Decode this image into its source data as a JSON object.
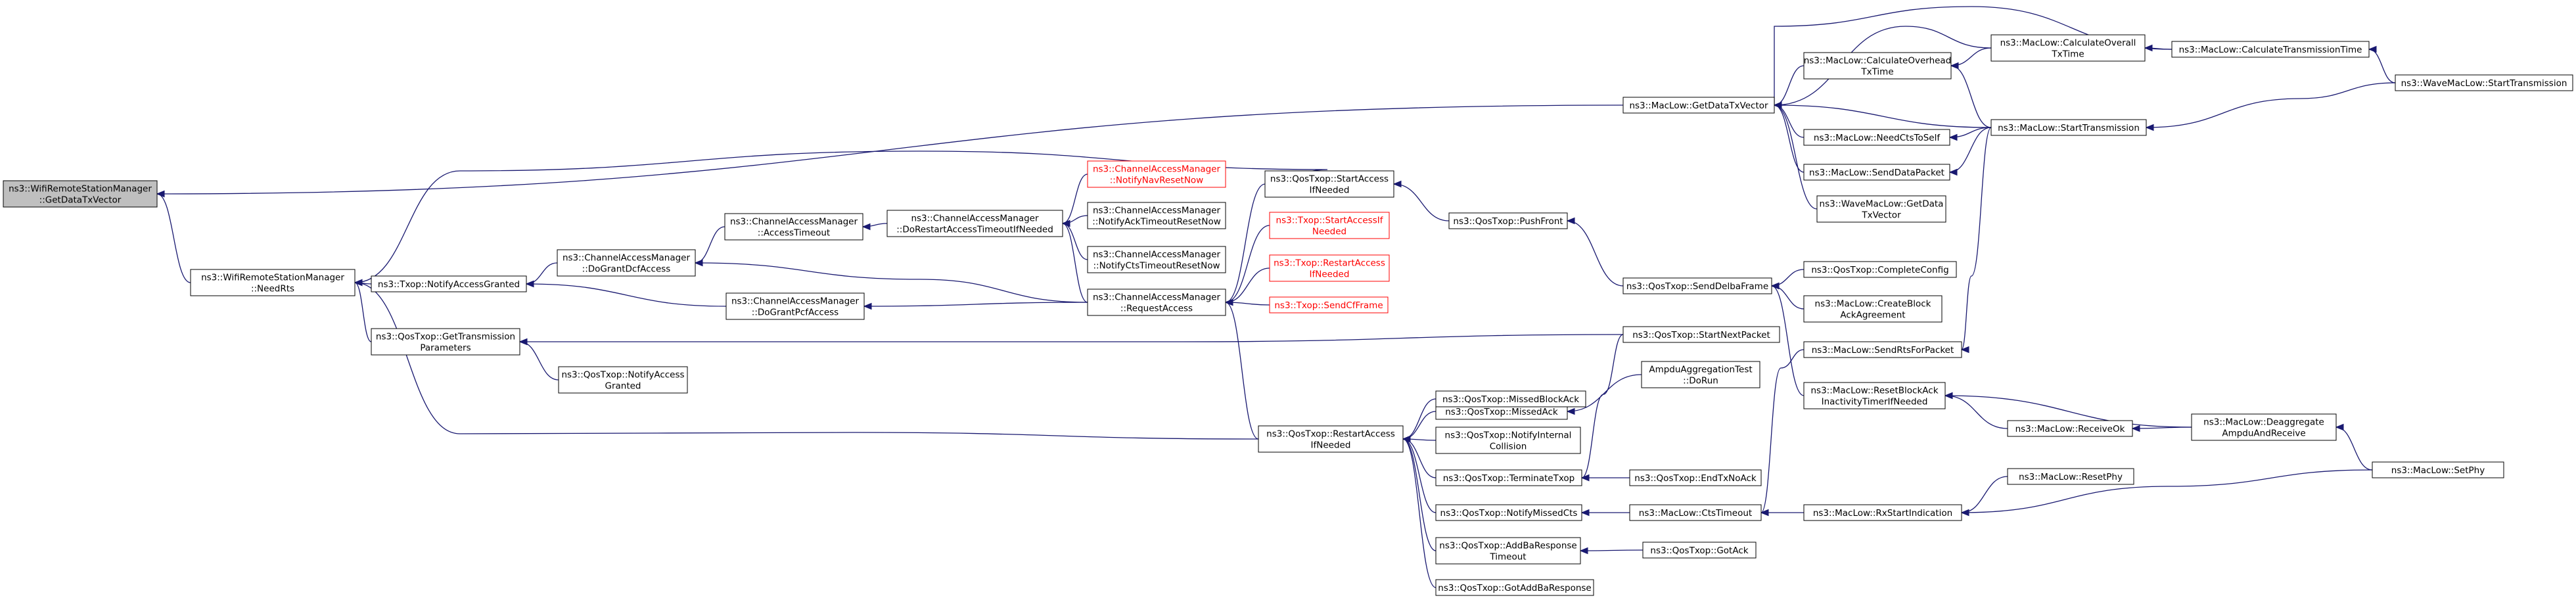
{
  "graph": {
    "colors": {
      "edge": "#191970",
      "focus_fill": "#bfbfbf",
      "node_border": "#000000",
      "broken_link": "#ff0000"
    },
    "nodes": [
      {
        "id": "getDataTxVector",
        "lines": [
          "ns3::WifiRemoteStationManager",
          "::GetDataTxVector"
        ],
        "style": "focus"
      },
      {
        "id": "needRts",
        "lines": [
          "ns3::WifiRemoteStationManager",
          "::NeedRts"
        ]
      },
      {
        "id": "notifyAccessGranted",
        "lines": [
          "ns3::Txop::NotifyAccessGranted"
        ]
      },
      {
        "id": "getTransmissionParameters",
        "lines": [
          "ns3::QosTxop::GetTransmission",
          "Parameters"
        ]
      },
      {
        "id": "qosNotifyAccessGranted",
        "lines": [
          "ns3::QosTxop::NotifyAccess",
          "Granted"
        ]
      },
      {
        "id": "doGrantDcfAccess",
        "lines": [
          "ns3::ChannelAccessManager",
          "::DoGrantDcfAccess"
        ]
      },
      {
        "id": "doGrantPcfAccess",
        "lines": [
          "ns3::ChannelAccessManager",
          "::DoGrantPcfAccess"
        ]
      },
      {
        "id": "accessTimeout",
        "lines": [
          "ns3::ChannelAccessManager",
          "::AccessTimeout"
        ]
      },
      {
        "id": "doRestartAccessTimeout",
        "lines": [
          "ns3::ChannelAccessManager",
          "::DoRestartAccessTimeoutIfNeeded"
        ]
      },
      {
        "id": "notifyNavResetNow",
        "lines": [
          "ns3::ChannelAccessManager",
          "::NotifyNavResetNow"
        ],
        "style": "red"
      },
      {
        "id": "notifyAckTimeoutResetNow",
        "lines": [
          "ns3::ChannelAccessManager",
          "::NotifyAckTimeoutResetNow"
        ]
      },
      {
        "id": "notifyCtsTimeoutResetNow",
        "lines": [
          "ns3::ChannelAccessManager",
          "::NotifyCtsTimeoutResetNow"
        ]
      },
      {
        "id": "requestAccess",
        "lines": [
          "ns3::ChannelAccessManager",
          "::RequestAccess"
        ]
      },
      {
        "id": "qosStartAccessIfNeeded",
        "lines": [
          "ns3::QosTxop::StartAccess",
          "IfNeeded"
        ]
      },
      {
        "id": "txopStartAccessIfNeeded",
        "lines": [
          "ns3::Txop::StartAccessIf",
          "Needed"
        ],
        "style": "red"
      },
      {
        "id": "txopRestartAccessIfNeeded",
        "lines": [
          "ns3::Txop::RestartAccess",
          "IfNeeded"
        ],
        "style": "red"
      },
      {
        "id": "sendCfFrame",
        "lines": [
          "ns3::Txop::SendCfFrame"
        ],
        "style": "red"
      },
      {
        "id": "pushFront",
        "lines": [
          "ns3::QosTxop::PushFront"
        ]
      },
      {
        "id": "qosRestartAccessIfNeeded",
        "lines": [
          "ns3::QosTxop::RestartAccess",
          "IfNeeded"
        ]
      },
      {
        "id": "missedAck",
        "lines": [
          "ns3::QosTxop::MissedAck"
        ]
      },
      {
        "id": "missedBlockAck",
        "lines": [
          "ns3::QosTxop::MissedBlockAck"
        ]
      },
      {
        "id": "notifyInternalCollision",
        "lines": [
          "ns3::QosTxop::NotifyInternal",
          "Collision"
        ]
      },
      {
        "id": "terminateTxop",
        "lines": [
          "ns3::QosTxop::TerminateTxop"
        ]
      },
      {
        "id": "notifyMissedCts",
        "lines": [
          "ns3::QosTxop::NotifyMissedCts"
        ]
      },
      {
        "id": "addBaResponseTimeout",
        "lines": [
          "ns3::QosTxop::AddBaResponse",
          "Timeout"
        ]
      },
      {
        "id": "gotAddBaResponse",
        "lines": [
          "ns3::QosTxop::GotAddBaResponse"
        ]
      },
      {
        "id": "ampduDoRun",
        "lines": [
          "AmpduAggregationTest",
          "::DoRun"
        ]
      },
      {
        "id": "endTxNoAck",
        "lines": [
          "ns3::QosTxop::EndTxNoAck"
        ]
      },
      {
        "id": "ctsTimeout",
        "lines": [
          "ns3::MacLow::CtsTimeout"
        ]
      },
      {
        "id": "gotAck",
        "lines": [
          "ns3::QosTxop::GotAck"
        ]
      },
      {
        "id": "startNextPacket",
        "lines": [
          "ns3::QosTxop::StartNextPacket"
        ]
      },
      {
        "id": "sendDelbaFrame",
        "lines": [
          "ns3::QosTxop::SendDelbaFrame"
        ]
      },
      {
        "id": "completeConfig",
        "lines": [
          "ns3::QosTxop::CompleteConfig"
        ]
      },
      {
        "id": "createBlockAckAgreement",
        "lines": [
          "ns3::MacLow::CreateBlock",
          "AckAgreement"
        ]
      },
      {
        "id": "resetBlockAckInactivityTimer",
        "lines": [
          "ns3::MacLow::ResetBlockAck",
          "InactivityTimerIfNeeded"
        ]
      },
      {
        "id": "sendRtsForPacket",
        "lines": [
          "ns3::MacLow::SendRtsForPacket"
        ]
      },
      {
        "id": "receiveOk",
        "lines": [
          "ns3::MacLow::ReceiveOk"
        ]
      },
      {
        "id": "deaggregateAmpduAndReceive",
        "lines": [
          "ns3::MacLow::Deaggregate",
          "AmpduAndReceive"
        ]
      },
      {
        "id": "rxStartIndication",
        "lines": [
          "ns3::MacLow::RxStartIndication"
        ]
      },
      {
        "id": "resetPhy",
        "lines": [
          "ns3::MacLow::ResetPhy"
        ]
      },
      {
        "id": "setPhy",
        "lines": [
          "ns3::MacLow::SetPhy"
        ]
      },
      {
        "id": "macLowGetDataTxVector",
        "lines": [
          "ns3::MacLow::GetDataTxVector"
        ]
      },
      {
        "id": "calculateOverheadTxTime",
        "lines": [
          "ns3::MacLow::CalculateOverhead",
          "TxTime"
        ]
      },
      {
        "id": "needCtsToSelf",
        "lines": [
          "ns3::MacLow::NeedCtsToSelf"
        ]
      },
      {
        "id": "sendDataPacket",
        "lines": [
          "ns3::MacLow::SendDataPacket"
        ]
      },
      {
        "id": "waveGetDataTxVector",
        "lines": [
          "ns3::WaveMacLow::GetData",
          "TxVector"
        ]
      },
      {
        "id": "calculateOverallTxTime",
        "lines": [
          "ns3::MacLow::CalculateOverall",
          "TxTime"
        ]
      },
      {
        "id": "startTransmission",
        "lines": [
          "ns3::MacLow::StartTransmission"
        ]
      },
      {
        "id": "calculateTransmissionTime",
        "lines": [
          "ns3::MacLow::CalculateTransmissionTime"
        ]
      },
      {
        "id": "waveStartTransmission",
        "lines": [
          "ns3::WaveMacLow::StartTransmission"
        ]
      }
    ],
    "edges": [
      [
        "needRts",
        "getDataTxVector"
      ],
      [
        "macLowGetDataTxVector",
        "getDataTxVector"
      ],
      [
        "notifyAccessGranted",
        "needRts"
      ],
      [
        "getTransmissionParameters",
        "needRts"
      ],
      [
        "qosStartAccessIfNeeded",
        "needRts"
      ],
      [
        "qosRestartAccessIfNeeded",
        "needRts"
      ],
      [
        "doGrantDcfAccess",
        "notifyAccessGranted"
      ],
      [
        "doGrantPcfAccess",
        "notifyAccessGranted"
      ],
      [
        "qosNotifyAccessGranted",
        "getTransmissionParameters"
      ],
      [
        "startNextPacket",
        "getTransmissionParameters"
      ],
      [
        "accessTimeout",
        "doGrantDcfAccess"
      ],
      [
        "requestAccess",
        "doGrantDcfAccess"
      ],
      [
        "requestAccess",
        "doGrantPcfAccess"
      ],
      [
        "doRestartAccessTimeout",
        "accessTimeout"
      ],
      [
        "notifyNavResetNow",
        "doRestartAccessTimeout"
      ],
      [
        "notifyAckTimeoutResetNow",
        "doRestartAccessTimeout"
      ],
      [
        "notifyCtsTimeoutResetNow",
        "doRestartAccessTimeout"
      ],
      [
        "requestAccess",
        "doRestartAccessTimeout"
      ],
      [
        "qosStartAccessIfNeeded",
        "requestAccess"
      ],
      [
        "txopStartAccessIfNeeded",
        "requestAccess"
      ],
      [
        "txopRestartAccessIfNeeded",
        "requestAccess"
      ],
      [
        "sendCfFrame",
        "requestAccess"
      ],
      [
        "qosRestartAccessIfNeeded",
        "requestAccess"
      ],
      [
        "pushFront",
        "qosStartAccessIfNeeded"
      ],
      [
        "sendDelbaFrame",
        "pushFront"
      ],
      [
        "completeConfig",
        "sendDelbaFrame"
      ],
      [
        "createBlockAckAgreement",
        "sendDelbaFrame"
      ],
      [
        "resetBlockAckInactivityTimer",
        "sendDelbaFrame"
      ],
      [
        "missedAck",
        "qosRestartAccessIfNeeded"
      ],
      [
        "missedBlockAck",
        "qosRestartAccessIfNeeded"
      ],
      [
        "notifyInternalCollision",
        "qosRestartAccessIfNeeded"
      ],
      [
        "terminateTxop",
        "qosRestartAccessIfNeeded"
      ],
      [
        "notifyMissedCts",
        "qosRestartAccessIfNeeded"
      ],
      [
        "addBaResponseTimeout",
        "qosRestartAccessIfNeeded"
      ],
      [
        "gotAddBaResponse",
        "qosRestartAccessIfNeeded"
      ],
      [
        "ampduDoRun",
        "missedAck"
      ],
      [
        "endTxNoAck",
        "terminateTxop"
      ],
      [
        "startNextPacket",
        "terminateTxop"
      ],
      [
        "ctsTimeout",
        "notifyMissedCts"
      ],
      [
        "gotAck",
        "addBaResponseTimeout"
      ],
      [
        "rxStartIndication",
        "ctsTimeout"
      ],
      [
        "sendRtsForPacket",
        "ctsTimeout"
      ],
      [
        "receiveOk",
        "resetBlockAckInactivityTimer"
      ],
      [
        "deaggregateAmpduAndReceive",
        "resetBlockAckInactivityTimer"
      ],
      [
        "deaggregateAmpduAndReceive",
        "receiveOk"
      ],
      [
        "setPhy",
        "deaggregateAmpduAndReceive"
      ],
      [
        "resetPhy",
        "rxStartIndication"
      ],
      [
        "setPhy",
        "rxStartIndication"
      ],
      [
        "startTransmission",
        "sendRtsForPacket"
      ],
      [
        "calculateOverheadTxTime",
        "macLowGetDataTxVector"
      ],
      [
        "calculateOverallTxTime",
        "macLowGetDataTxVector"
      ],
      [
        "calculateTransmissionTime",
        "macLowGetDataTxVector"
      ],
      [
        "needCtsToSelf",
        "macLowGetDataTxVector"
      ],
      [
        "sendDataPacket",
        "macLowGetDataTxVector"
      ],
      [
        "waveGetDataTxVector",
        "macLowGetDataTxVector"
      ],
      [
        "startTransmission",
        "macLowGetDataTxVector"
      ],
      [
        "calculateOverallTxTime",
        "calculateOverheadTxTime"
      ],
      [
        "startTransmission",
        "calculateOverheadTxTime"
      ],
      [
        "startTransmission",
        "needCtsToSelf"
      ],
      [
        "startTransmission",
        "sendDataPacket"
      ],
      [
        "calculateTransmissionTime",
        "calculateOverallTxTime"
      ],
      [
        "waveStartTransmission",
        "calculateTransmissionTime"
      ],
      [
        "waveStartTransmission",
        "startTransmission"
      ]
    ]
  }
}
